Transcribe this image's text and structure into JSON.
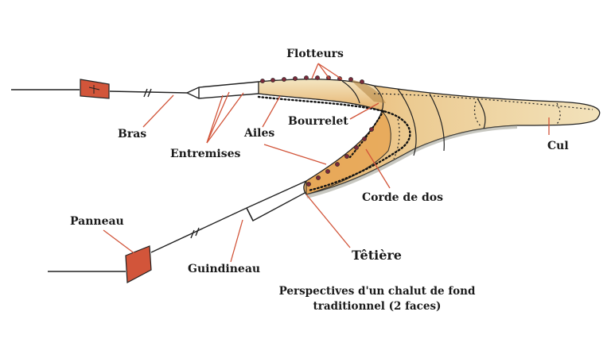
{
  "labels": {
    "flotteurs": "Flotteurs",
    "bras": "Bras",
    "entremises": "Entremises",
    "ailes": "Ailes",
    "bourrelet": "Bourrelet",
    "cul": "Cul",
    "corde_de_dos": "Corde de dos",
    "panneau": "Panneau",
    "tetiere": "Têtière",
    "guindineau": "Guindineau"
  },
  "caption": {
    "line1": "Perspectives d'un chalut de fond",
    "line2": "traditionnel (2 faces)"
  },
  "colors": {
    "net_fill": "#eed9a8",
    "net_shade": "#e0a860",
    "panel": "#d2553a",
    "leader": "#d2553a",
    "lines": "#222222"
  }
}
